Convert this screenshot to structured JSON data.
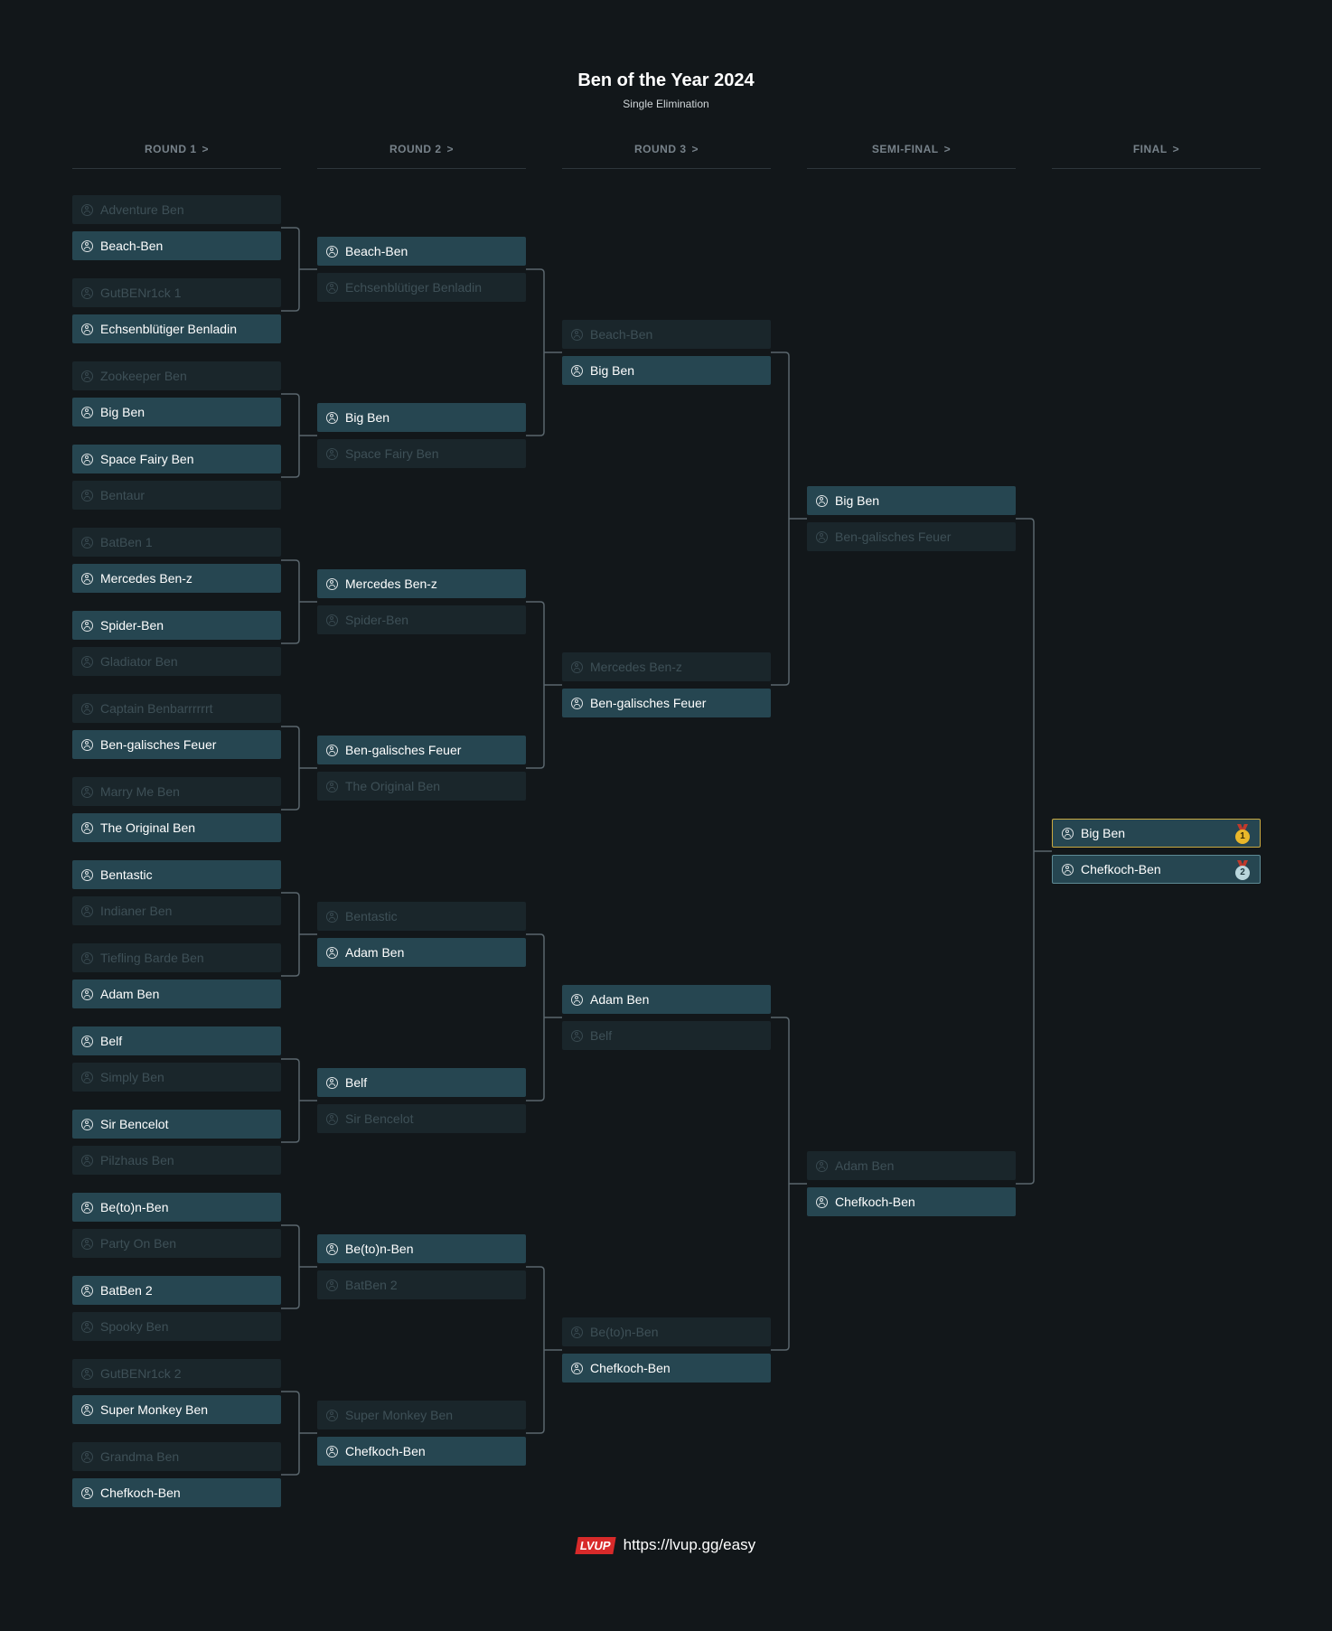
{
  "header": {
    "title": "Ben of the Year 2024",
    "subtitle": "Single Elimination"
  },
  "rounds": [
    {
      "label": "ROUND 1",
      "chevron": ">"
    },
    {
      "label": "ROUND 2",
      "chevron": ">"
    },
    {
      "label": "ROUND 3",
      "chevron": ">"
    },
    {
      "label": "SEMI-FINAL",
      "chevron": ">"
    },
    {
      "label": "FINAL",
      "chevron": ">"
    }
  ],
  "matches": [
    [
      [
        {
          "name": "Adventure Ben",
          "win": false
        },
        {
          "name": "Beach-Ben",
          "win": true
        }
      ],
      [
        {
          "name": "GutBENr1ck 1",
          "win": false
        },
        {
          "name": "Echsenblütiger Benladin",
          "win": true
        }
      ],
      [
        {
          "name": "Zookeeper Ben",
          "win": false
        },
        {
          "name": "Big Ben",
          "win": true
        }
      ],
      [
        {
          "name": "Space Fairy Ben",
          "win": true
        },
        {
          "name": "Bentaur",
          "win": false
        }
      ],
      [
        {
          "name": "BatBen 1",
          "win": false
        },
        {
          "name": "Mercedes Ben-z",
          "win": true
        }
      ],
      [
        {
          "name": "Spider-Ben",
          "win": true
        },
        {
          "name": "Gladiator Ben",
          "win": false
        }
      ],
      [
        {
          "name": "Captain Benbarrrrrrt",
          "win": false
        },
        {
          "name": "Ben-galisches Feuer",
          "win": true
        }
      ],
      [
        {
          "name": "Marry Me Ben",
          "win": false
        },
        {
          "name": "The Original Ben",
          "win": true
        }
      ],
      [
        {
          "name": "Bentastic",
          "win": true
        },
        {
          "name": "Indianer Ben",
          "win": false
        }
      ],
      [
        {
          "name": "Tiefling Barde Ben",
          "win": false
        },
        {
          "name": "Adam Ben",
          "win": true
        }
      ],
      [
        {
          "name": "Belf",
          "win": true
        },
        {
          "name": "Simply Ben",
          "win": false
        }
      ],
      [
        {
          "name": "Sir Bencelot",
          "win": true
        },
        {
          "name": "Pilzhaus Ben",
          "win": false
        }
      ],
      [
        {
          "name": "Be(to)n-Ben",
          "win": true
        },
        {
          "name": "Party On Ben",
          "win": false
        }
      ],
      [
        {
          "name": "BatBen 2",
          "win": true
        },
        {
          "name": "Spooky Ben",
          "win": false
        }
      ],
      [
        {
          "name": "GutBENr1ck 2",
          "win": false
        },
        {
          "name": "Super Monkey Ben",
          "win": true
        }
      ],
      [
        {
          "name": "Grandma Ben",
          "win": false
        },
        {
          "name": "Chefkoch-Ben",
          "win": true
        }
      ]
    ],
    [
      [
        {
          "name": "Beach-Ben",
          "win": true
        },
        {
          "name": "Echsenblütiger Benladin",
          "win": false
        }
      ],
      [
        {
          "name": "Big Ben",
          "win": true
        },
        {
          "name": "Space Fairy Ben",
          "win": false
        }
      ],
      [
        {
          "name": "Mercedes Ben-z",
          "win": true
        },
        {
          "name": "Spider-Ben",
          "win": false
        }
      ],
      [
        {
          "name": "Ben-galisches Feuer",
          "win": true
        },
        {
          "name": "The Original Ben",
          "win": false
        }
      ],
      [
        {
          "name": "Bentastic",
          "win": false
        },
        {
          "name": "Adam Ben",
          "win": true
        }
      ],
      [
        {
          "name": "Belf",
          "win": true
        },
        {
          "name": "Sir Bencelot",
          "win": false
        }
      ],
      [
        {
          "name": "Be(to)n-Ben",
          "win": true
        },
        {
          "name": "BatBen 2",
          "win": false
        }
      ],
      [
        {
          "name": "Super Monkey Ben",
          "win": false
        },
        {
          "name": "Chefkoch-Ben",
          "win": true
        }
      ]
    ],
    [
      [
        {
          "name": "Beach-Ben",
          "win": false
        },
        {
          "name": "Big Ben",
          "win": true
        }
      ],
      [
        {
          "name": "Mercedes Ben-z",
          "win": false
        },
        {
          "name": "Ben-galisches Feuer",
          "win": true
        }
      ],
      [
        {
          "name": "Adam Ben",
          "win": true
        },
        {
          "name": "Belf",
          "win": false
        }
      ],
      [
        {
          "name": "Be(to)n-Ben",
          "win": false
        },
        {
          "name": "Chefkoch-Ben",
          "win": true
        }
      ]
    ],
    [
      [
        {
          "name": "Big Ben",
          "win": true
        },
        {
          "name": "Ben-galisches Feuer",
          "win": false
        }
      ],
      [
        {
          "name": "Adam Ben",
          "win": false
        },
        {
          "name": "Chefkoch-Ben",
          "win": true
        }
      ]
    ],
    [
      [
        {
          "name": "Big Ben",
          "win": true,
          "medal": "1"
        },
        {
          "name": "Chefkoch-Ben",
          "win": true,
          "medal": "2"
        }
      ]
    ]
  ],
  "footer": {
    "logo_text": "LVUP",
    "url": "https://lvup.gg/easy"
  },
  "colors": {
    "background": "#12171a",
    "slot_win": "#264651",
    "slot_lose": "#1a262b",
    "connector": "#5a666d",
    "gold": "#e9b72a"
  },
  "icons": {
    "player": "user-circle-icon",
    "medal": "medal-icon"
  }
}
